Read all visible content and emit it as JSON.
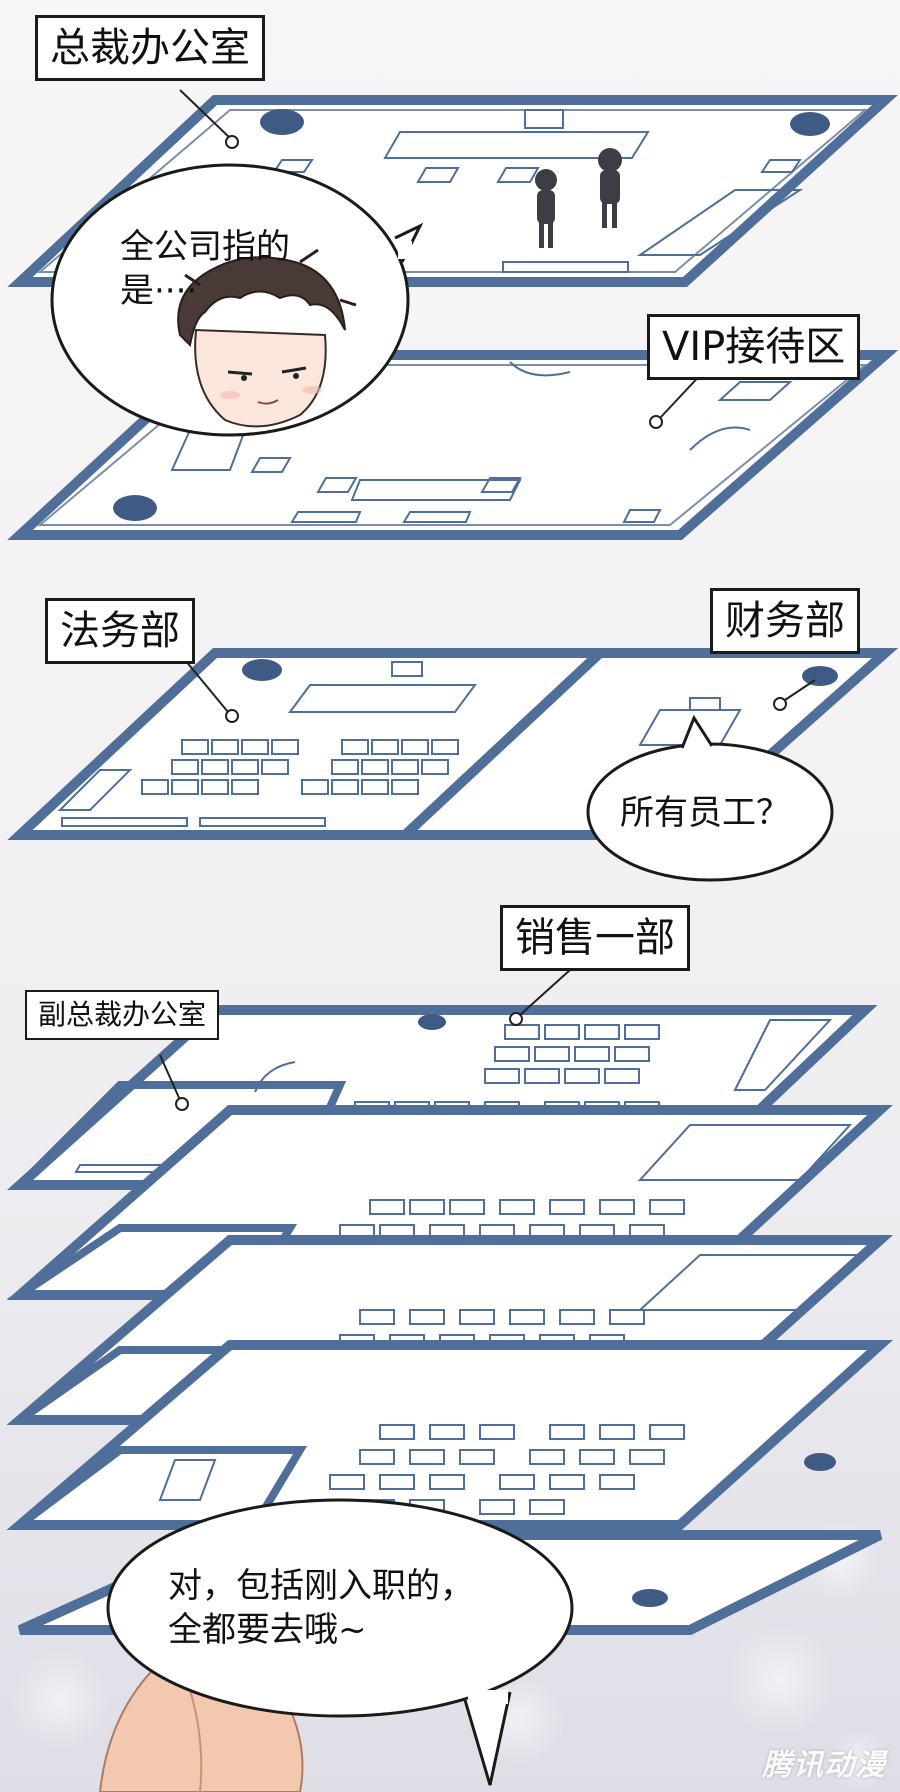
{
  "labels": {
    "ceo_office": "总裁办公室",
    "vip_reception": "VIP接待区",
    "legal_dept": "法务部",
    "finance_dept": "财务部",
    "sales_dept_1": "销售一部",
    "vice_ceo_office": "副总裁办公室"
  },
  "bubbles": {
    "whole_company": "全公司指的\n是····",
    "all_staff": "所有员工？",
    "reply": "对，包括刚入职的，\n全都要去哦~"
  },
  "watermark": "腾讯动漫",
  "colors": {
    "wall": "#4f6e99",
    "accent_dot": "#3f5b85",
    "hair": "#4a3a36",
    "skin": "#fbe6dc"
  }
}
